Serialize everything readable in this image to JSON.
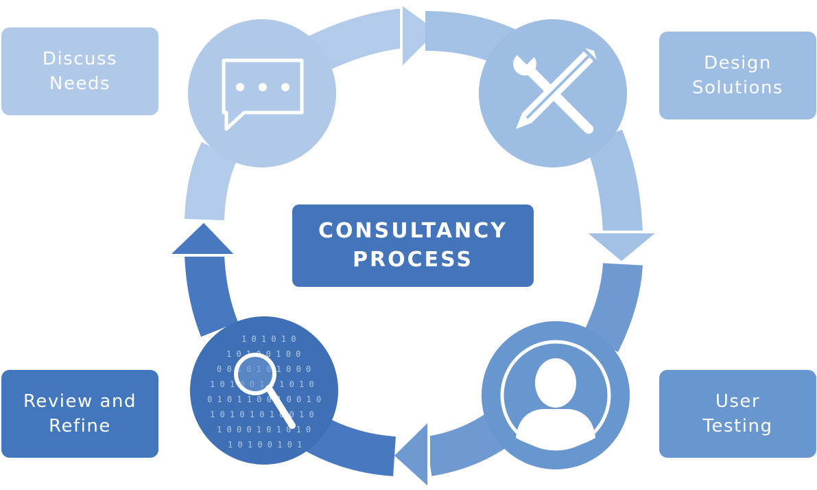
{
  "title": {
    "line1": "CONSULTANCY",
    "line2": "PROCESS"
  },
  "steps": [
    {
      "line1": "Discuss",
      "line2": "Needs",
      "icon": "speech-bubble-icon",
      "color": "#b1c9e8"
    },
    {
      "line1": "Design",
      "line2": "Solutions",
      "icon": "tools-icon",
      "color": "#9dbde3"
    },
    {
      "line1": "User",
      "line2": "Testing",
      "icon": "user-icon",
      "color": "#6896cf"
    },
    {
      "line1": "Review and",
      "line2": "Refine",
      "icon": "magnifier-binary-icon",
      "color": "#4377bd"
    }
  ],
  "colors": {
    "center": "#4474ba",
    "white": "#ffffff"
  }
}
